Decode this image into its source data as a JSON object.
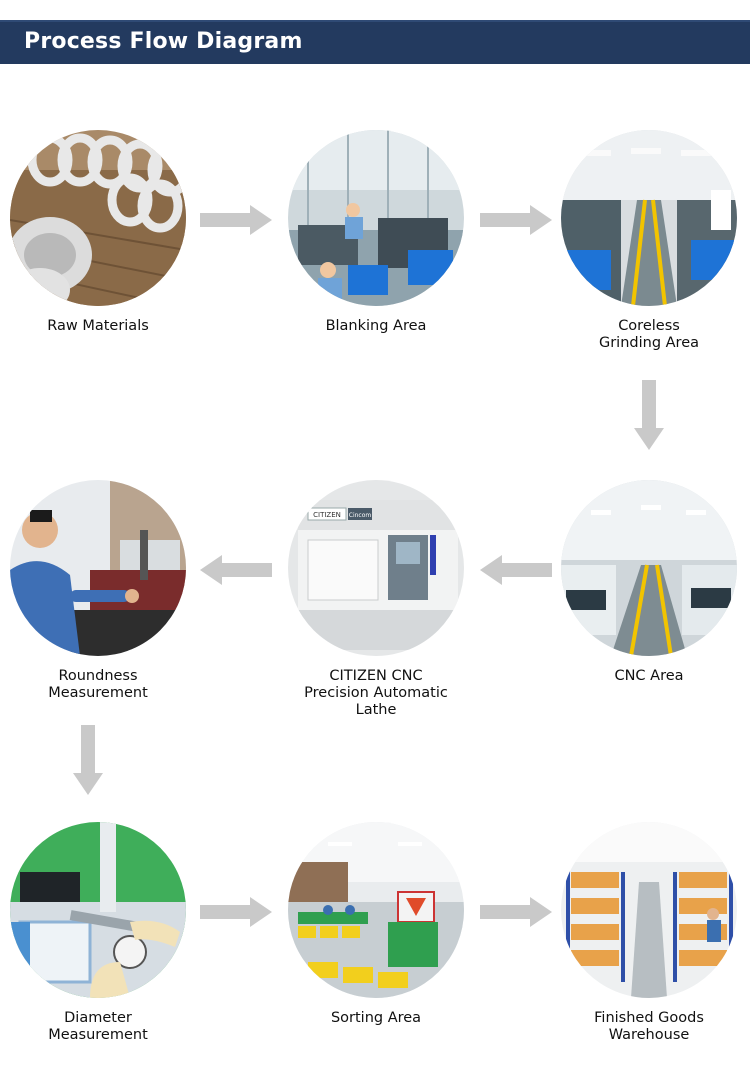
{
  "header": {
    "title": "Process Flow Diagram"
  },
  "colors": {
    "header_bg": "#233a5f",
    "arrow": "#c9c9c9",
    "text": "#111111"
  },
  "steps": [
    {
      "label": "Raw Materials",
      "icon": "wire-coil-photo"
    },
    {
      "label": "Blanking Area",
      "icon": "factory-workers-photo"
    },
    {
      "label": "Coreless\nGrinding Area",
      "icon": "grinding-hall-photo"
    },
    {
      "label": "CNC Area",
      "icon": "cnc-hall-photo"
    },
    {
      "label": "CITIZEN CNC\nPrecision Automatic\nLathe",
      "icon": "cnc-lathe-photo",
      "machine_brand": "CITIZEN",
      "machine_model": "Cincom"
    },
    {
      "label": "Roundness\nMeasurement",
      "icon": "roundness-tester-photo"
    },
    {
      "label": "Diameter\nMeasurement",
      "icon": "micrometer-photo"
    },
    {
      "label": "Sorting Area",
      "icon": "sorting-hall-photo"
    },
    {
      "label": "Finished Goods\nWarehouse",
      "icon": "warehouse-shelves-photo"
    }
  ]
}
